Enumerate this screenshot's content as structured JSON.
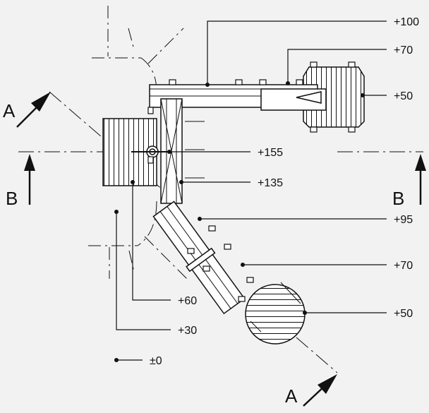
{
  "colors": {
    "background": "#f2f2f2",
    "line": "#111111",
    "fill": "#ffffff"
  },
  "section_markers": [
    {
      "id": "A-top",
      "letter": "A"
    },
    {
      "id": "A-bottom",
      "letter": "A"
    },
    {
      "id": "B-left",
      "letter": "B"
    },
    {
      "id": "B-right",
      "letter": "B"
    }
  ],
  "height_labels": [
    {
      "id": "h100",
      "text": "+100"
    },
    {
      "id": "h70a",
      "text": "+70"
    },
    {
      "id": "h50a",
      "text": "+50"
    },
    {
      "id": "h155",
      "text": "+155"
    },
    {
      "id": "h135",
      "text": "+135"
    },
    {
      "id": "h95",
      "text": "+95"
    },
    {
      "id": "h70b",
      "text": "+70"
    },
    {
      "id": "h50b",
      "text": "+50"
    },
    {
      "id": "h60",
      "text": "+60"
    },
    {
      "id": "h30",
      "text": "+30"
    }
  ],
  "legend": {
    "text": "±0"
  }
}
